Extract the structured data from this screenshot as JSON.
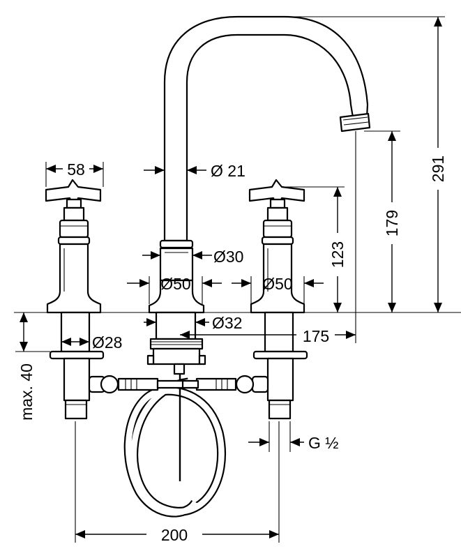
{
  "dimensions": {
    "handle_width": "58",
    "spout_diameter": "Ø 21",
    "collar_diameter": "Ø30",
    "left_base_diameter": "Ø50",
    "right_base_diameter": "Ø50",
    "shank_diameter": "Ø32",
    "valve_shank_diameter": "Ø28",
    "spout_reach": "175",
    "valve_height": "123",
    "spout_outlet_height": "179",
    "total_height": "291",
    "max_deck_thickness": "max. 40",
    "connection_thread": "G ½",
    "valve_spacing": "200"
  },
  "colors": {
    "line": "#000000",
    "background": "#ffffff"
  }
}
